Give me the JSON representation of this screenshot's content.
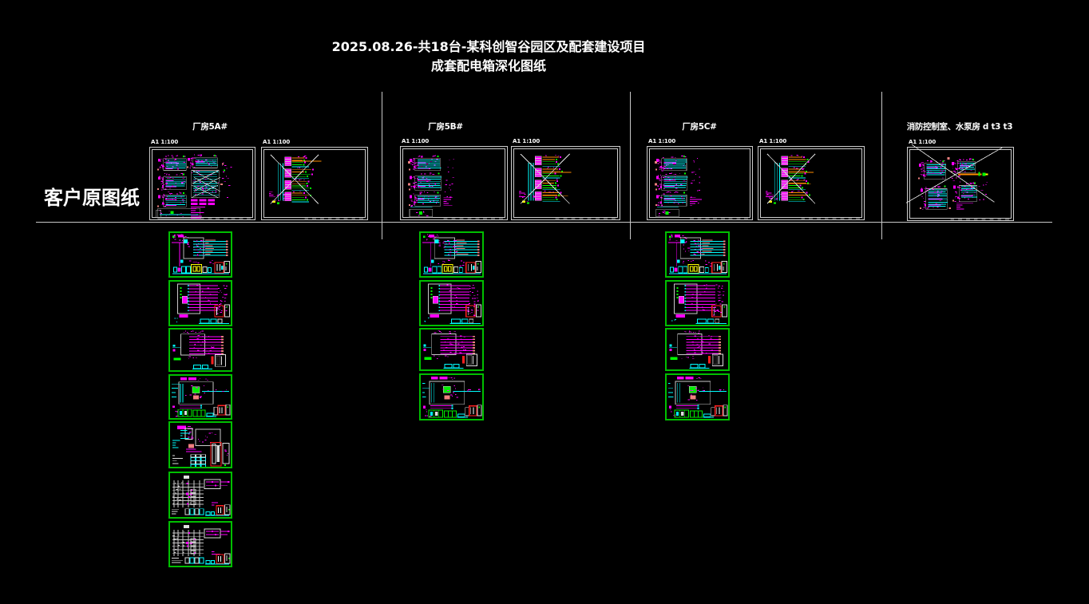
{
  "title": {
    "line1": "2025.08.26-共18台-某科创智谷园区及配套建设项目",
    "line2": "成套配电箱深化图纸"
  },
  "left_label": "客户原图纸",
  "sections": [
    {
      "name": "厂房5A#",
      "frames": [
        {
          "scale_label": "A1 1:100",
          "pattern": "clusters-two-col",
          "crossed": false,
          "seed": 11
        },
        {
          "scale_label": "A1 1:100",
          "pattern": "color-ladder-x",
          "crossed": true,
          "seed": 12
        }
      ]
    },
    {
      "name": "厂房5B#",
      "frames": [
        {
          "scale_label": "A1 1:100",
          "pattern": "clusters-one-col",
          "crossed": false,
          "seed": 21
        },
        {
          "scale_label": "A1 1:100",
          "pattern": "color-ladder-x",
          "crossed": true,
          "seed": 22
        }
      ]
    },
    {
      "name": "厂房5C#",
      "frames": [
        {
          "scale_label": "A1 1:100",
          "pattern": "clusters-one-col",
          "crossed": false,
          "seed": 31
        },
        {
          "scale_label": "A1 1:100",
          "pattern": "color-ladder-x",
          "crossed": true,
          "seed": 32
        }
      ]
    },
    {
      "name": "消防控制室、水泵房 d t3 t3",
      "frames": [
        {
          "scale_label": "A1 1:100",
          "pattern": "quad-clusters-x",
          "crossed": true,
          "seed": 41
        }
      ]
    }
  ],
  "detail_columns": [
    {
      "frames": [
        {
          "pattern": "pink-rows",
          "seed": 101
        },
        {
          "pattern": "magenta-ladder",
          "seed": 102
        },
        {
          "pattern": "arrow-ladder",
          "seed": 103
        },
        {
          "pattern": "box-diagram",
          "seed": 104
        },
        {
          "pattern": "box-diagram-2",
          "seed": 105
        },
        {
          "pattern": "white-ladder",
          "seed": 106
        },
        {
          "pattern": "white-ladder",
          "seed": 107
        }
      ]
    },
    {
      "frames": [
        {
          "pattern": "pink-rows",
          "seed": 201
        },
        {
          "pattern": "magenta-ladder",
          "seed": 202
        },
        {
          "pattern": "arrow-ladder",
          "seed": 203
        },
        {
          "pattern": "box-diagram",
          "seed": 204
        }
      ]
    },
    {
      "frames": [
        {
          "pattern": "pink-rows",
          "seed": 301
        },
        {
          "pattern": "magenta-ladder",
          "seed": 302
        },
        {
          "pattern": "arrow-ladder",
          "seed": 303
        },
        {
          "pattern": "box-diagram",
          "seed": 304
        }
      ]
    }
  ],
  "colors": {
    "background": "#000000",
    "frame_border": "#cdcdcd",
    "green_frame": "#00bf00",
    "magenta": "#ff00ff",
    "cyan": "#00ffff",
    "salmon": "#f08080",
    "green": "#00ff00",
    "orange": "#ff8c00",
    "yellow": "#ffff00",
    "red": "#ff2020",
    "white": "#e8e8e8",
    "grey_box": "#bdbdbd",
    "text": "#ffffff"
  }
}
